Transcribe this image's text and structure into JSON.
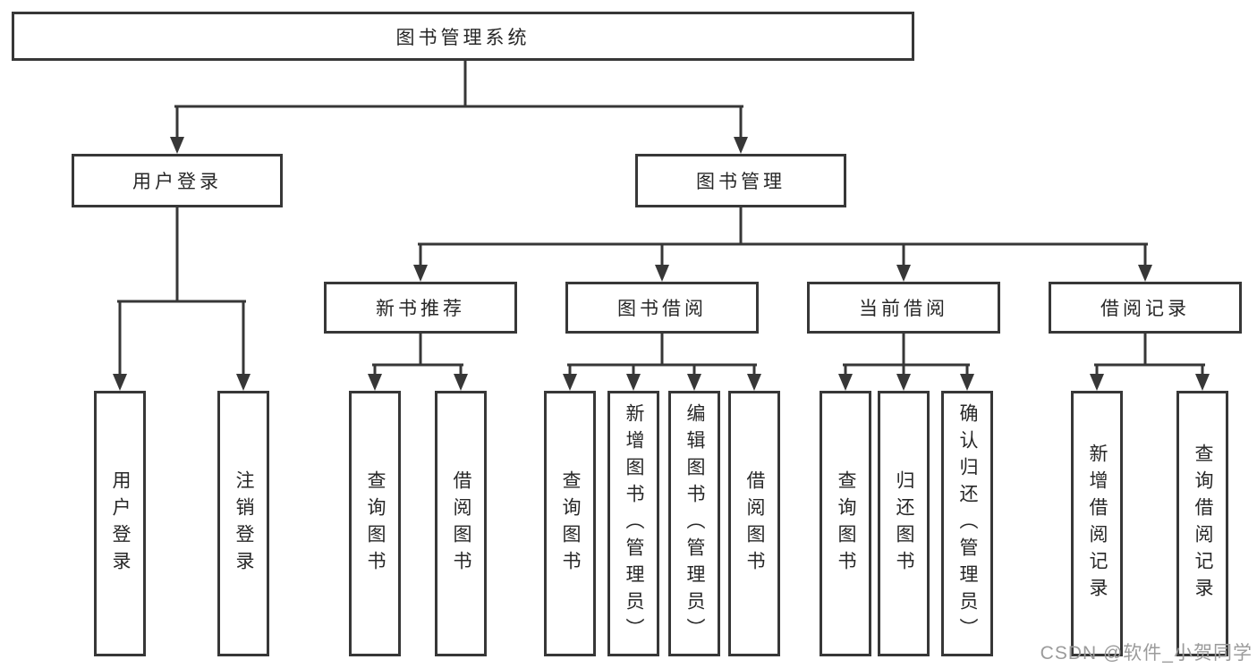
{
  "diagram": {
    "title": "图书管理系统",
    "root": {
      "label": "图书管理系统"
    },
    "level2": [
      {
        "label": "用户登录"
      },
      {
        "label": "图书管理"
      }
    ],
    "level3": [
      {
        "label": "新书推荐"
      },
      {
        "label": "图书借阅"
      },
      {
        "label": "当前借阅"
      },
      {
        "label": "借阅记录"
      }
    ],
    "leaves": [
      {
        "label": "用户登录",
        "parent": "用户登录"
      },
      {
        "label": "注销登录",
        "parent": "用户登录"
      },
      {
        "label": "查询图书",
        "parent": "新书推荐"
      },
      {
        "label": "借阅图书",
        "parent": "新书推荐"
      },
      {
        "label": "查询图书",
        "parent": "图书借阅"
      },
      {
        "label": "新增图书（管理员）",
        "parent": "图书借阅"
      },
      {
        "label": "编辑图书（管理员）",
        "parent": "图书借阅"
      },
      {
        "label": "借阅图书",
        "parent": "图书借阅"
      },
      {
        "label": "查询图书",
        "parent": "当前借阅"
      },
      {
        "label": "归还图书",
        "parent": "当前借阅"
      },
      {
        "label": "确认归还（管理员）",
        "parent": "当前借阅"
      },
      {
        "label": "新增借阅记录",
        "parent": "借阅记录"
      },
      {
        "label": "查询借阅记录",
        "parent": "借阅记录"
      }
    ]
  },
  "watermark": {
    "text": "CSDN @软件_小贺同学"
  },
  "colors": {
    "line": "#373737",
    "box_border": "#373737",
    "text": "#272727",
    "background": "#ffffff",
    "watermark": "#9b9b9b"
  }
}
